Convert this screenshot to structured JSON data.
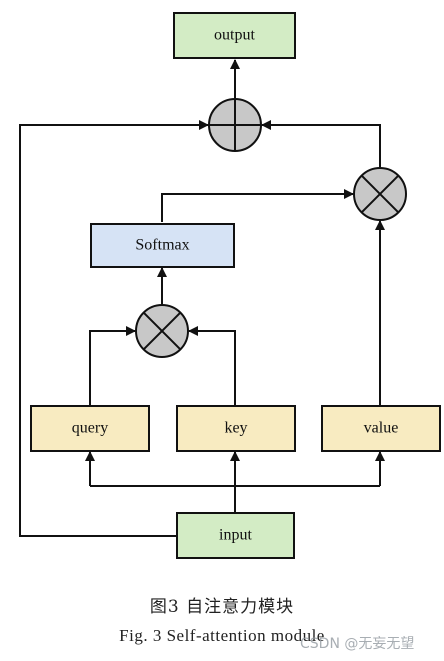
{
  "diagram": {
    "nodes": {
      "output": "output",
      "softmax": "Softmax",
      "query": "query",
      "key": "key",
      "value": "value",
      "input": "input"
    },
    "colors": {
      "green_fill": "#d3ecc5",
      "yellow_fill": "#f8ebc1",
      "blue_fill": "#d6e3f5",
      "op_fill": "#c8c8c8",
      "stroke": "#111111"
    },
    "operators": {
      "add": "plus-circle-icon",
      "multiply": "times-circle-icon"
    }
  },
  "caption": {
    "chinese": "图3  自注意力模块",
    "english": "Fig. 3  Self-attention module"
  },
  "watermark": "CSDN @无妄无望"
}
